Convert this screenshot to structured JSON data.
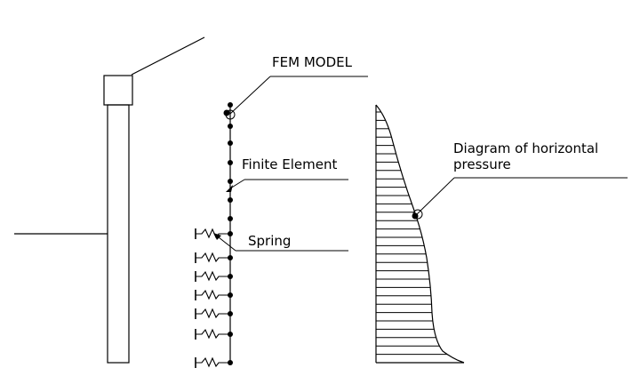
{
  "labels": {
    "fem_model": "FEM MODEL",
    "finite_element": "Finite Element",
    "spring": "Spring",
    "pressure_line1": "Diagram of horizontal",
    "pressure_line2": "pressure"
  }
}
